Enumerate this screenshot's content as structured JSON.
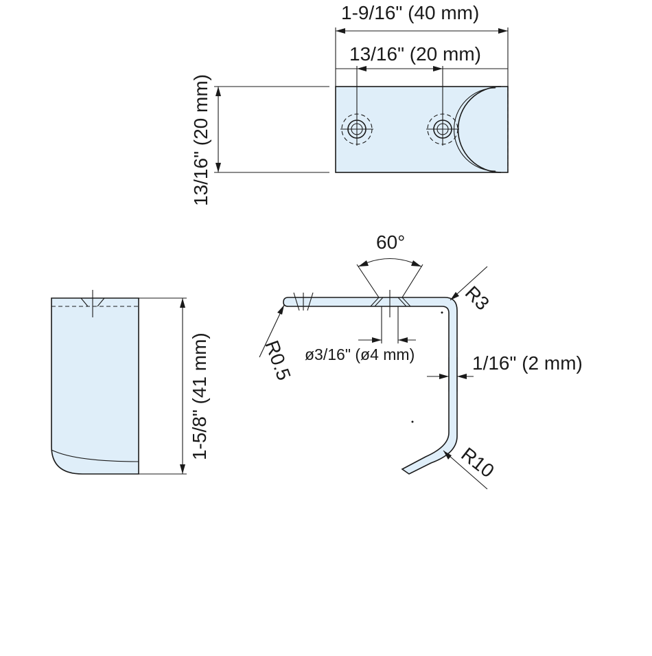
{
  "colors": {
    "part_fill": "#dfeef9",
    "line": "#1a1a1a",
    "background": "#ffffff"
  },
  "dimensions": {
    "overall_width": "1-9/16\" (40 mm)",
    "hole_spacing": "13/16\" (20 mm)",
    "height": "13/16\" (20 mm)",
    "angle": "60°",
    "radius_top": "R3",
    "radius_small": "R0.5",
    "hole_diameter": "ø3/16\" (ø4 mm)",
    "thickness": "1/16\" (2 mm)",
    "radius_bend": "R10",
    "length": "1-5/8\" (41 mm)"
  }
}
